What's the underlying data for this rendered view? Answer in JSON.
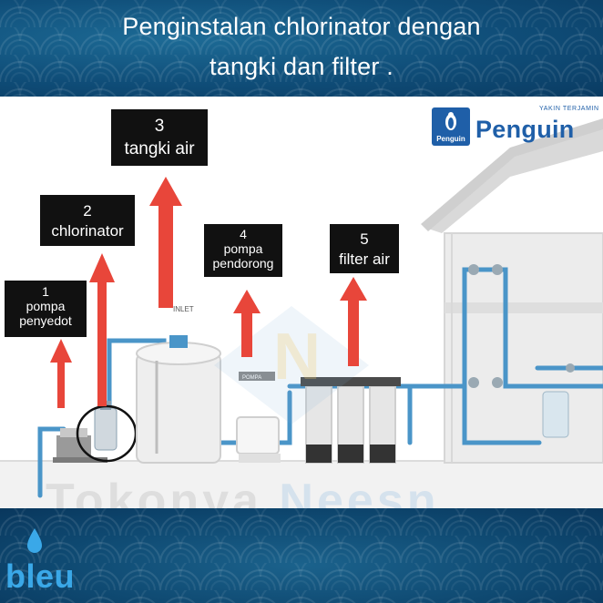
{
  "title": {
    "line1": "Penginstalan chlorinator dengan",
    "line2": "tangki dan filter ."
  },
  "labels": [
    {
      "number": "1",
      "lines": [
        "pompa",
        "penyedot"
      ]
    },
    {
      "number": "2",
      "lines": [
        "chlorinator"
      ]
    },
    {
      "number": "3",
      "lines": [
        "tangki air"
      ]
    },
    {
      "number": "4",
      "lines": [
        "pompa",
        "pendorong"
      ]
    },
    {
      "number": "5",
      "lines": [
        "filter air"
      ]
    }
  ],
  "brand": {
    "tagline": "YAKIN TERJAMIN",
    "name": "Penguin",
    "box_text": "Penguin"
  },
  "diagram_marks": {
    "inlet": "INLET",
    "pompa": "POMPA"
  },
  "watermark": {
    "part1": "Tokonya",
    "part2": "Neesn"
  },
  "corner_logo": {
    "text": "bleu"
  },
  "colors": {
    "band": "#0f4d78",
    "pipe": "#4a95c8",
    "arrow": "#e8463a",
    "label_bg": "#111111",
    "brand": "#1f5fa8",
    "logo": "#3aa8e8"
  }
}
